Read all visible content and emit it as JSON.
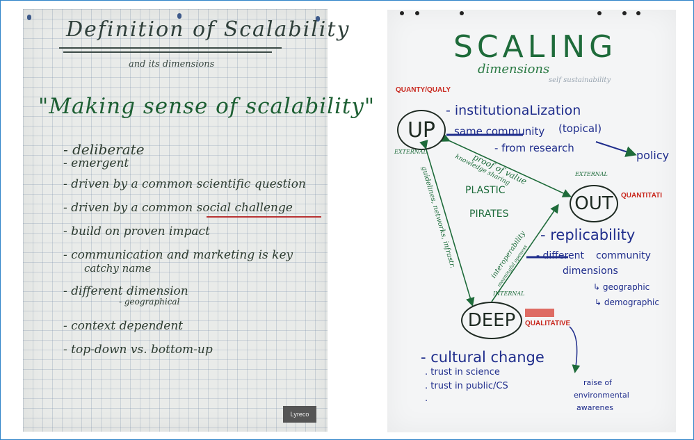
{
  "left_chart": {
    "title": "Definition of Scalability",
    "subtitle": "and its dimensions",
    "quote": "\"Making sense of scalability\"",
    "bullets": [
      "- deliberate",
      "- emergent",
      "- driven by a common scientific question",
      "- driven by a common social challenge",
      "- build on proven impact",
      "- communication and marketing is key",
      "catchy name",
      "- different dimension",
      "- geographical",
      "- context dependent",
      "- top-down vs. bottom-up"
    ],
    "brand": "Lyreco"
  },
  "right_chart": {
    "title": "SCALING",
    "subtitle": "dimensions",
    "self_sustainability": "self sustainability",
    "quanty_qualy": "QUANTY/QUALY",
    "external_up": "EXTERNAL",
    "external_out": "EXTERNAL",
    "internal": "INTERNAL",
    "quantitative": "QUANTITATI",
    "qualitative": "QUALITATIVE",
    "nodes": {
      "up": "UP",
      "out": "OUT",
      "deep": "DEEP"
    },
    "up_text": {
      "line1": "- institutionaLization",
      "line2": "same community",
      "line2_paren": "(topical)",
      "line3": "- from research",
      "policy": "policy"
    },
    "arrow_labels": {
      "proof": "proof of value",
      "knowledge": "knowledge sharing",
      "guidelines": "guidelines, networks, infrastr.",
      "interoperability": "interoperability",
      "meaningful": "meaningful openess"
    },
    "center": {
      "line1": "PLASTIC",
      "line2": "PIRATES"
    },
    "out_text": {
      "line1": "- replicability",
      "line2": "- different",
      "line2b": "community",
      "line3": "dimensions",
      "geo": "↳ geographic",
      "demo": "↳ demographic"
    },
    "deep_text": {
      "line1": "- cultural change",
      "line2": ". trust in science",
      "line3": ". trust in public/CS",
      "line4": "."
    },
    "awareness": {
      "line1": "raise of",
      "line2": "environmental",
      "line3": "awarenes"
    }
  }
}
